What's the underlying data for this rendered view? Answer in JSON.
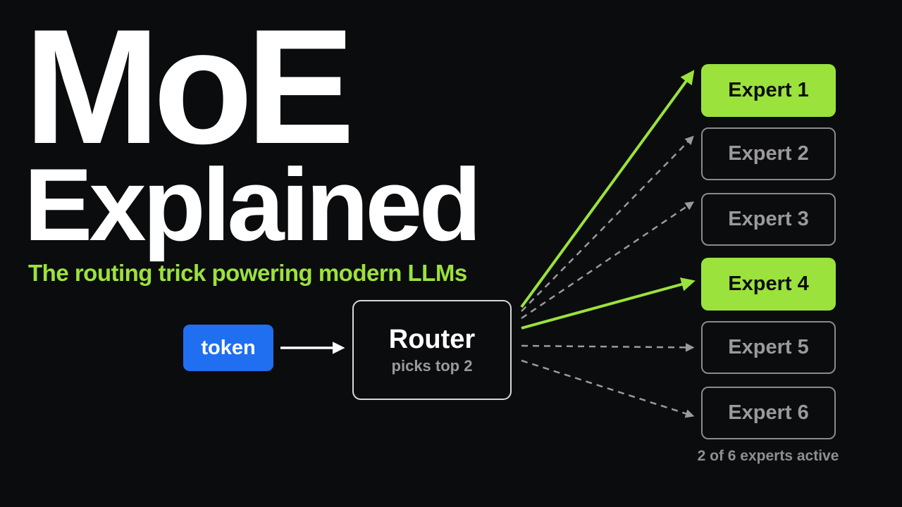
{
  "title": {
    "line1": "MoE",
    "line2": "Explained"
  },
  "subtitle": "The routing trick powering modern LLMs",
  "token": {
    "label": "token",
    "color": "#1f6ff0"
  },
  "router": {
    "title": "Router",
    "subtitle": "picks top 2"
  },
  "experts": [
    {
      "label": "Expert 1",
      "active": true
    },
    {
      "label": "Expert 2",
      "active": false
    },
    {
      "label": "Expert 3",
      "active": false
    },
    {
      "label": "Expert 4",
      "active": true
    },
    {
      "label": "Expert 5",
      "active": false
    },
    {
      "label": "Expert 6",
      "active": false
    }
  ],
  "footnote": "2 of 6 experts active",
  "colors": {
    "background": "#0b0c0e",
    "accent": "#9be23c",
    "inactive": "#8a8a8a",
    "token": "#1f6ff0"
  },
  "icons": {
    "token_to_router": "arrow-right-icon",
    "router_to_expert_active": "solid-arrow-icon",
    "router_to_expert_inactive": "dashed-arrow-icon"
  }
}
